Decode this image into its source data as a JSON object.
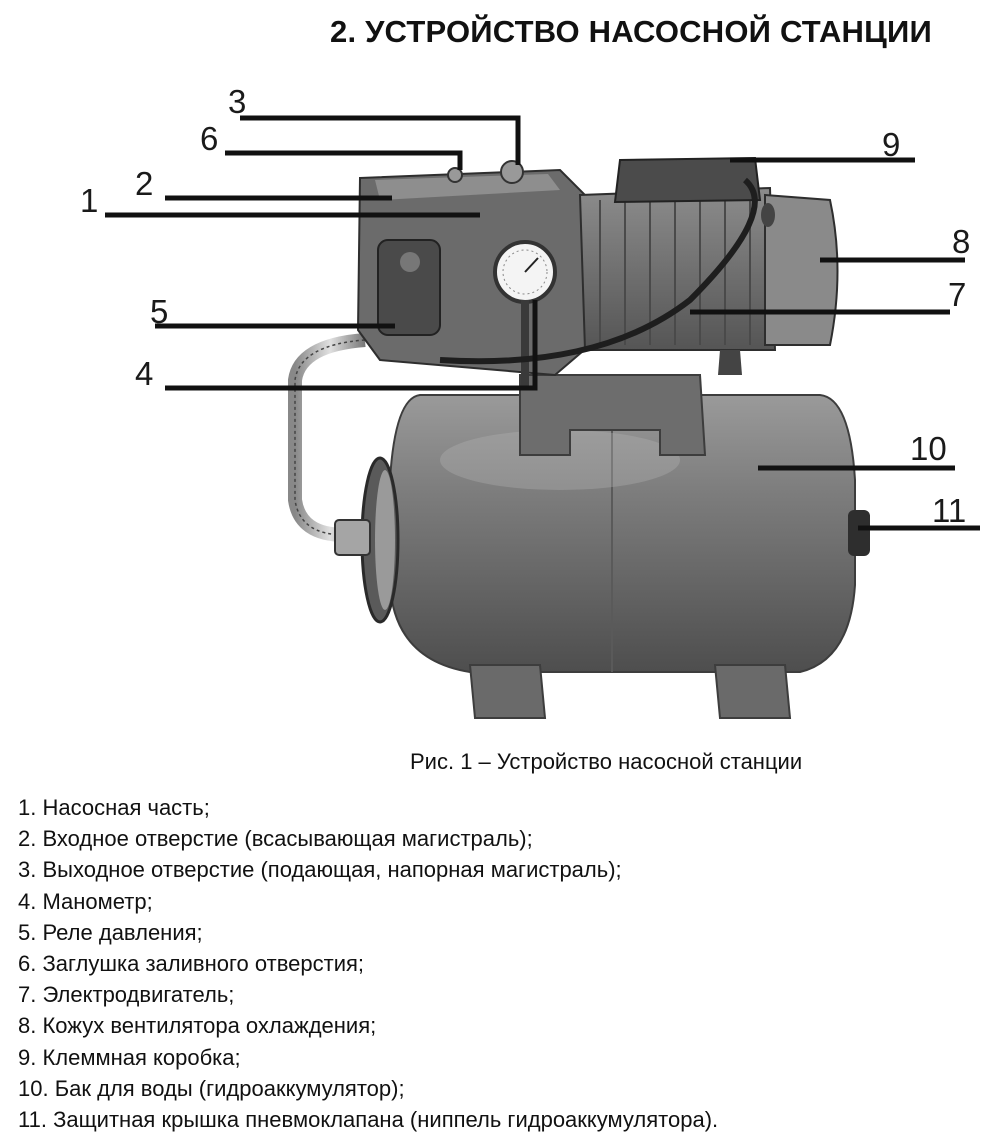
{
  "title": "2. УСТРОЙСТВО НАСОСНОЙ СТАНЦИИ",
  "caption": "Рис. 1 – Устройство насосной станции",
  "callouts": [
    "1",
    "2",
    "3",
    "4",
    "5",
    "6",
    "7",
    "8",
    "9",
    "10",
    "11"
  ],
  "legend": [
    "1. Насосная часть;",
    "2. Входное отверстие (всасывающая магистраль);",
    "3. Выходное отверстие (подающая, напорная магистраль);",
    "4. Манометр;",
    "5. Реле давления;",
    "6. Заглушка заливного отверстия;",
    "7. Электродвигатель;",
    "8. Кожух вентилятора охлаждения;",
    "9. Клеммная коробка;",
    "10. Бак для воды (гидроаккумулятор);",
    "11. Защитная крышка пневмоклапана (ниппель гидроаккумулятора)."
  ]
}
